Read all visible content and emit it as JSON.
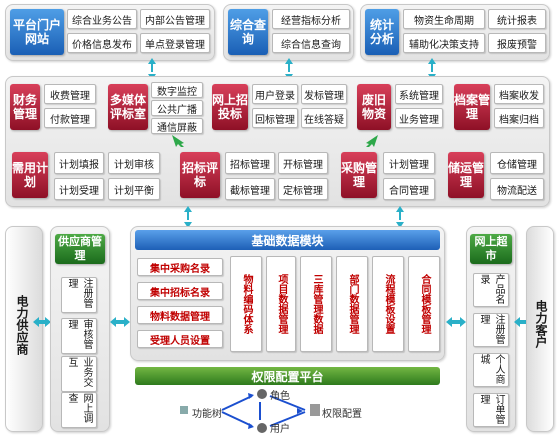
{
  "top_row": {
    "portal": {
      "title": "平台门户网站",
      "items": [
        "综合业务公告",
        "内部公告管理",
        "价格信息发布",
        "单点登录管理"
      ]
    },
    "query": {
      "title": "综合查询",
      "items": [
        "经营指标分析",
        "综合信息查询"
      ]
    },
    "stats": {
      "title": "统计分析",
      "items": [
        "物资生命周期",
        "统计报表",
        "辅助化决策支持",
        "报废预警"
      ]
    }
  },
  "middle_row": {
    "finance": {
      "title": "财务管理",
      "items": [
        "收费管理",
        "付款管理"
      ]
    },
    "multimedia": {
      "title": "多媒体评标室",
      "items": [
        "数字监控",
        "公共广播",
        "通信屏蔽"
      ]
    },
    "online_bid": {
      "title": "网上招投标",
      "items": [
        "用户登录",
        "发标管理",
        "回标管理",
        "在线答疑"
      ]
    },
    "scrap": {
      "title": "废旧物资",
      "items": [
        "系统管理",
        "业务管理"
      ]
    },
    "archive": {
      "title": "档案管理",
      "items": [
        "档案收发",
        "档案归档"
      ]
    }
  },
  "lower_row": {
    "demand": {
      "title": "需用计划",
      "items": [
        "计划填报",
        "计划审核",
        "计划受理",
        "计划平衡"
      ]
    },
    "bid_eval": {
      "title": "招标评标",
      "items": [
        "招标管理",
        "开标管理",
        "截标管理",
        "定标管理"
      ]
    },
    "purchase": {
      "title": "采购管理",
      "items": [
        "计划管理",
        "合同管理"
      ]
    },
    "warehouse": {
      "title": "储运管理",
      "items": [
        "仓储管理",
        "物流配送"
      ]
    }
  },
  "left": {
    "outer_label": "电力供应商",
    "title": "供应商管理",
    "items": [
      "注册管理",
      "审核管理",
      "业务交互",
      "网上调查"
    ]
  },
  "right": {
    "outer_label": "电力客户",
    "title": "网上超市",
    "items": [
      "产品名录",
      "注册管理",
      "个人商城",
      "订单管理"
    ]
  },
  "base": {
    "title": "基础数据模块",
    "lists": [
      "集中采购名录",
      "集中招标名录",
      "物料数据管理",
      "受理人员设置"
    ],
    "columns": [
      "物料编码体系",
      "项目数据管理",
      "三库管理数据",
      "部门数据管理",
      "流程模板设置",
      "合同模板管理"
    ]
  },
  "permission": {
    "title": "权限配置平台",
    "nodes": {
      "role": "角色",
      "func": "功能树",
      "config": "权限配置",
      "user": "用户"
    }
  },
  "colors": {
    "blue": "#1a5fb5",
    "red": "#8e1026",
    "green": "#1b6b1c",
    "arrow": "#2ab0c8"
  }
}
